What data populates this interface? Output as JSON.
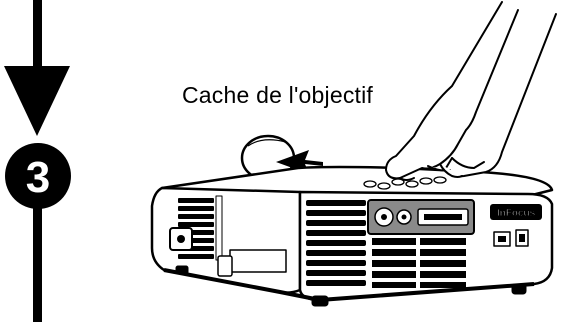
{
  "step": {
    "number": "3"
  },
  "callout": {
    "label": "Cache de l'objectif"
  },
  "projector": {
    "brand_label": "InFocus"
  },
  "colors": {
    "ink": "#000000",
    "paper": "#ffffff",
    "shade": "#8a8a8a"
  }
}
